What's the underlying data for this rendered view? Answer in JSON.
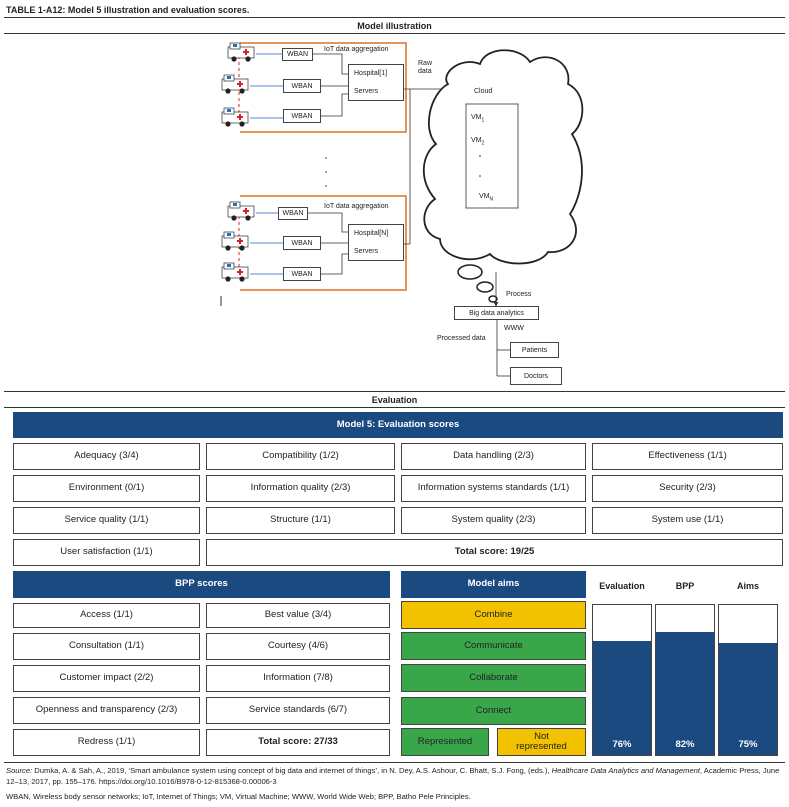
{
  "table_title": "TABLE 1-A12: Model 5 illustration and evaluation scores.",
  "illustration_title": "Model illustration",
  "diagram": {
    "wban": "WBAN",
    "iot_label": "IoT data aggregation",
    "hospital1": "Hospital[1]",
    "hospitalN": "Hospital[N]",
    "servers": "Servers",
    "raw_data": "Raw\ndata",
    "cloud": "Cloud",
    "vm1": "VM",
    "vm1_sub": "1",
    "vm2": "VM",
    "vm2_sub": "2",
    "vmN": "VM",
    "vmN_sub": "N",
    "process": "Process",
    "big_data": "Big data analytics",
    "www": "WWW",
    "processed_data": "Processed data",
    "patients": "Patients",
    "doctors": "Doctors"
  },
  "evaluation_title": "Evaluation",
  "eval_scores_title": "Model 5: Evaluation scores",
  "eval_cells": [
    "Adequacy (3/4)",
    "Compatibility (1/2)",
    "Data handling (2/3)",
    "Effectiveness (1/1)",
    "Environment (0/1)",
    "Information quality (2/3)",
    "Information systems standards (1/1)",
    "Security (2/3)",
    "Service quality (1/1)",
    "Structure (1/1)",
    "System quality (2/3)",
    "System use (1/1)",
    "User satisfaction (1/1)"
  ],
  "eval_total": "Total score: 19/25",
  "bpp_title": "BPP scores",
  "bpp_cells": [
    "Access (1/1)",
    "Best value (3/4)",
    "Consultation (1/1)",
    "Courtesy (4/6)",
    "Customer impact (2/2)",
    "Information (7/8)",
    "Openness and transparency (2/3)",
    "Service standards (6/7)",
    "Redress (1/1)"
  ],
  "bpp_total": "Total score: 27/33",
  "aims_title": "Model aims",
  "aims": [
    {
      "label": "Combine",
      "color": "#f2c200"
    },
    {
      "label": "Communicate",
      "color": "#3aa64a"
    },
    {
      "label": "Collaborate",
      "color": "#3aa64a"
    },
    {
      "label": "Connect",
      "color": "#3aa64a"
    }
  ],
  "legend_represented": "Represented",
  "legend_not_represented": "Not\nrepresented",
  "chart_data": {
    "type": "bar",
    "categories": [
      "Evaluation",
      "BPP",
      "Aims"
    ],
    "values": [
      76,
      82,
      75
    ],
    "labels": [
      "76%",
      "82%",
      "75%"
    ],
    "ylim": [
      0,
      100
    ],
    "color": "#1a4a80"
  },
  "source_prefix": "Source: ",
  "source_text_1": "Dumka, A. & Sah, A., 2019, ‘Smart ambulance system using concept of big data and internet of things’, in N. Dey, A.S. Ashour, C. Bhatt, S.J. Fong, (eds.), ",
  "source_italic": "Healthcare Data Analytics and Management",
  "source_text_2": ", Academic Press, June 12–13, 2017, pp. 155–176. https://doi.org/10.1016/B978-0-12-815368-0.00006-3",
  "abbrev": "WBAN, Wireless body sensor networks; IoT, Internet of Things; VM, Virtual Machine; WWW, World Wide Web; BPP, Batho Pele Principles."
}
